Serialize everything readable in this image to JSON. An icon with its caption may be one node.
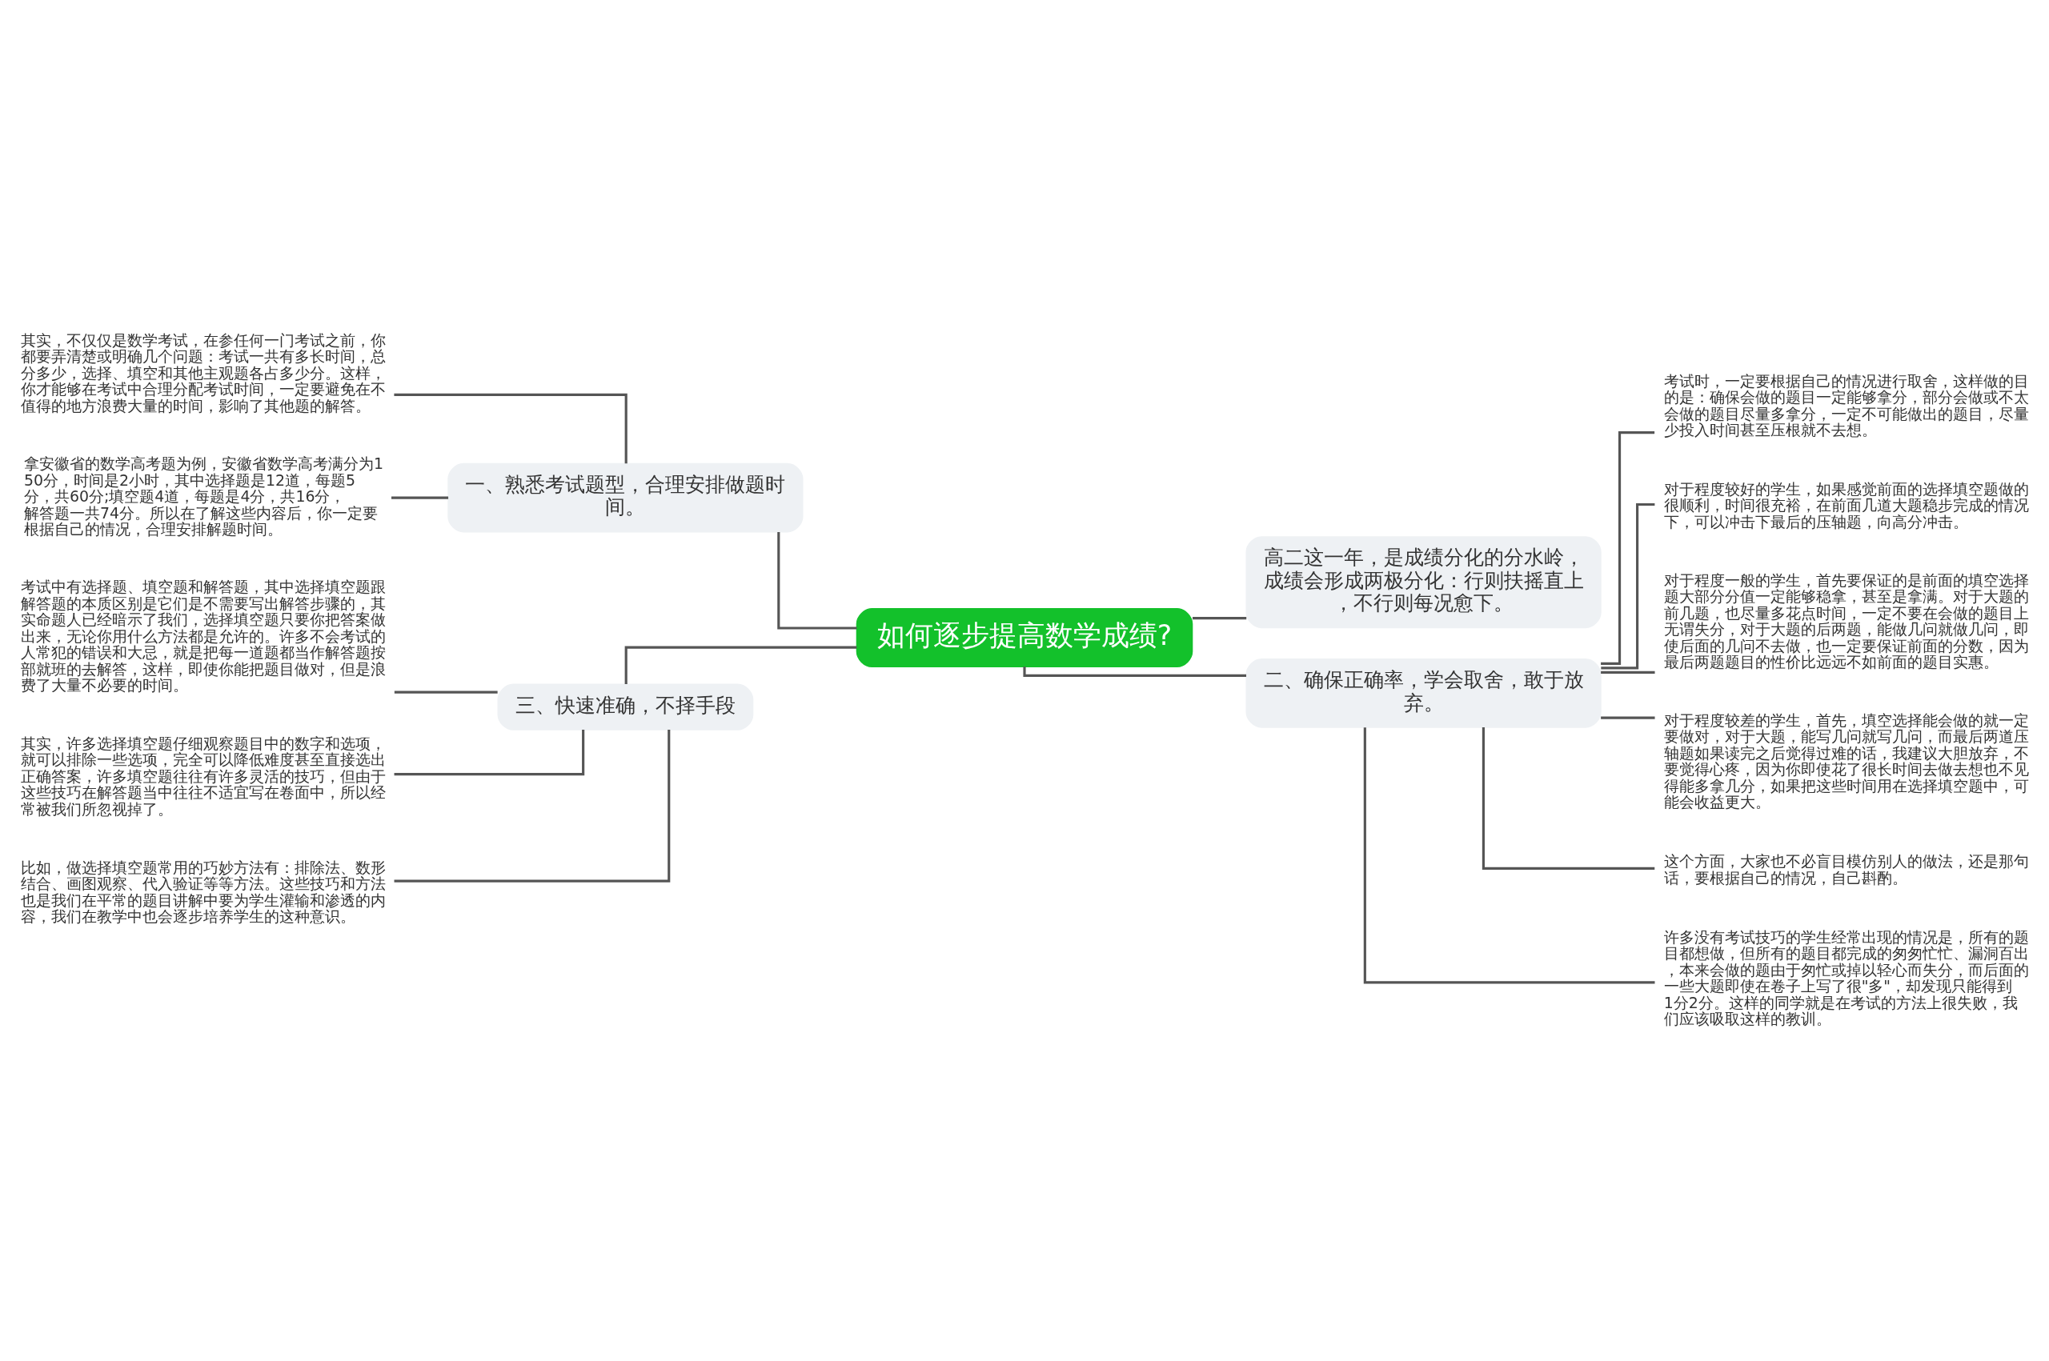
{
  "diagram": {
    "nodes": [
      {
        "text": [
          "如何逐步提高数学成绩?"
        ]
      },
      {
        "text": [
          "一、熟悉考试题型，合理安排做题时间。"
        ]
      },
      {
        "text": [
          "其实，不仅仅是数学考试，在参任何一门考试之前，你都要弄清楚或明确几个问题：考试一共有多长时间，总分多少，选择、填空和其他主观题各占多少分。这样，你才能够在考试中合理分配考试时间，一定要避免在不值得的地方浪费大量的时间，影响了其他题的解答。"
        ]
      },
      {
        "text": [
          "拿安徽省的数学高考题为例，安徽省数学高考满分为150分，时间是2小时，其中选择题是12道，每题5分，共60分;填空题4道，每题是4分，共16分，解答题一共74分。所以在了解这些内容后，你一定要根据自己的情况，合理安排解题时间。"
        ]
      },
      {
        "text": [
          "三、快速准确，不择手段"
        ]
      },
      {
        "text": [
          "考试中有选择题、填空题和解答题，其中选择填空题跟解答题的本质区别是它们是不需要写出解答步骤的，其实命题人已经暗示了我们，选择填空题只要你把答案做出来，无论你用什么方法都是允许的。许多不会考试的人常犯的错误和大忌，就是把每一道题都当作解答题按部就班的去解答，这样，即使你能把题目做对，但是浪费了大量不必要的时间。"
        ]
      },
      {
        "text": [
          "其实，许多选择填空题仔细观察题目中的数字和选项，就可以排除一些选项，完全可以降低难度甚至直接选出正确答案，许多填空题往往有许多灵活的技巧，但由于这些技巧在解答题当中往往不适宜写在卷面中，所以经常被我们所忽视掉了。"
        ]
      },
      {
        "text": [
          "比如，做选择填空题常用的巧妙方法有：排除法、数形结合、画图观察、代入验证等等方法。这些技巧和方法也是我们在平常的题目讲解中要为学生灌输和渗透的内容，我们在教学中也会逐步培养学生的这种意识。"
        ]
      },
      {
        "text": [
          "高二这一年，是成绩分化的分水岭，成绩会形成两极分化：行则扶摇直上，不行则每况愈下。"
        ]
      },
      {
        "text": [
          "二、确保正确率，学会取舍，敢于放弃。"
        ]
      },
      {
        "text": [
          "考试时，一定要根据自己的情况进行取舍，这样做的目的是：确保会做的题目一定能够拿分，部分会做或不太会做的题目尽量多拿分，一定不可能做出的题目，尽量少投入时间甚至压根就不去想。"
        ]
      },
      {
        "text": [
          "对于程度较好的学生，如果感觉前面的选择填空题做的很顺利，时间很充裕，在前面几道大题稳步完成的情况下，可以冲击下最后的压轴题，向高分冲击。"
        ]
      },
      {
        "text": [
          "对于程度一般的学生，首先要保证的是前面的填空选择题大部分分值一定能够稳拿，甚至是拿满。对于大题的前几题，也尽量多花点时间，一定不要在会做的题目上无谓失分，对于大题的后两题，能做几问就做几问，即使后面的几问不去做，也一定要保证前面的分数，因为最后两题题目的性价比远远不如前面的题目实惠。"
        ]
      },
      {
        "text": [
          "对于程度较差的学生，首先，填空选择能会做的就一定要做对，对于大题，能写几问就写几问，而最后两道压轴题如果读完之后觉得过难的话，我建议大胆放弃，不要觉得心疼，因为你即使花了很长时间去做去想也不见得能多拿几分，如果把这些时间用在选择填空题中，可能会收益更大。"
        ]
      },
      {
        "text": [
          "这个方面，大家也不必盲目模仿别人的做法，还是那句话，要根据自己的情况，自己斟酌。"
        ]
      },
      {
        "text": [
          "许多没有考试技巧的学生经常出现的情况是，所有的题目都想做，但所有的题目都完成的匆匆忙忙、漏洞百出，本来会做的题由于匆忙或掉以轻心而失分，而后面的一些大题即使在卷子上写了很\"多\"，却发现只能得到1分2分。这样的同学就是在考试的方法上很失败，我们应该吸取这样的教训。"
        ]
      }
    ],
    "edges": [
      {
        "from": 0,
        "to": 1,
        "arrow": "none"
      },
      {
        "from": 1,
        "to": 2,
        "arrow": "none"
      },
      {
        "from": 1,
        "to": 3,
        "arrow": "none"
      },
      {
        "from": 0,
        "to": 4,
        "arrow": "none"
      },
      {
        "from": 4,
        "to": 5,
        "arrow": "none"
      },
      {
        "from": 4,
        "to": 6,
        "arrow": "none"
      },
      {
        "from": 4,
        "to": 7,
        "arrow": "none"
      },
      {
        "from": 0,
        "to": 8,
        "arrow": "none"
      },
      {
        "from": 0,
        "to": 9,
        "arrow": "none"
      },
      {
        "from": 9,
        "to": 10,
        "arrow": "none"
      },
      {
        "from": 9,
        "to": 11,
        "arrow": "none"
      },
      {
        "from": 9,
        "to": 12,
        "arrow": "none"
      },
      {
        "from": 9,
        "to": 13,
        "arrow": "none"
      },
      {
        "from": 9,
        "to": 14,
        "arrow": "none"
      },
      {
        "from": 9,
        "to": 15,
        "arrow": "none"
      }
    ]
  }
}
